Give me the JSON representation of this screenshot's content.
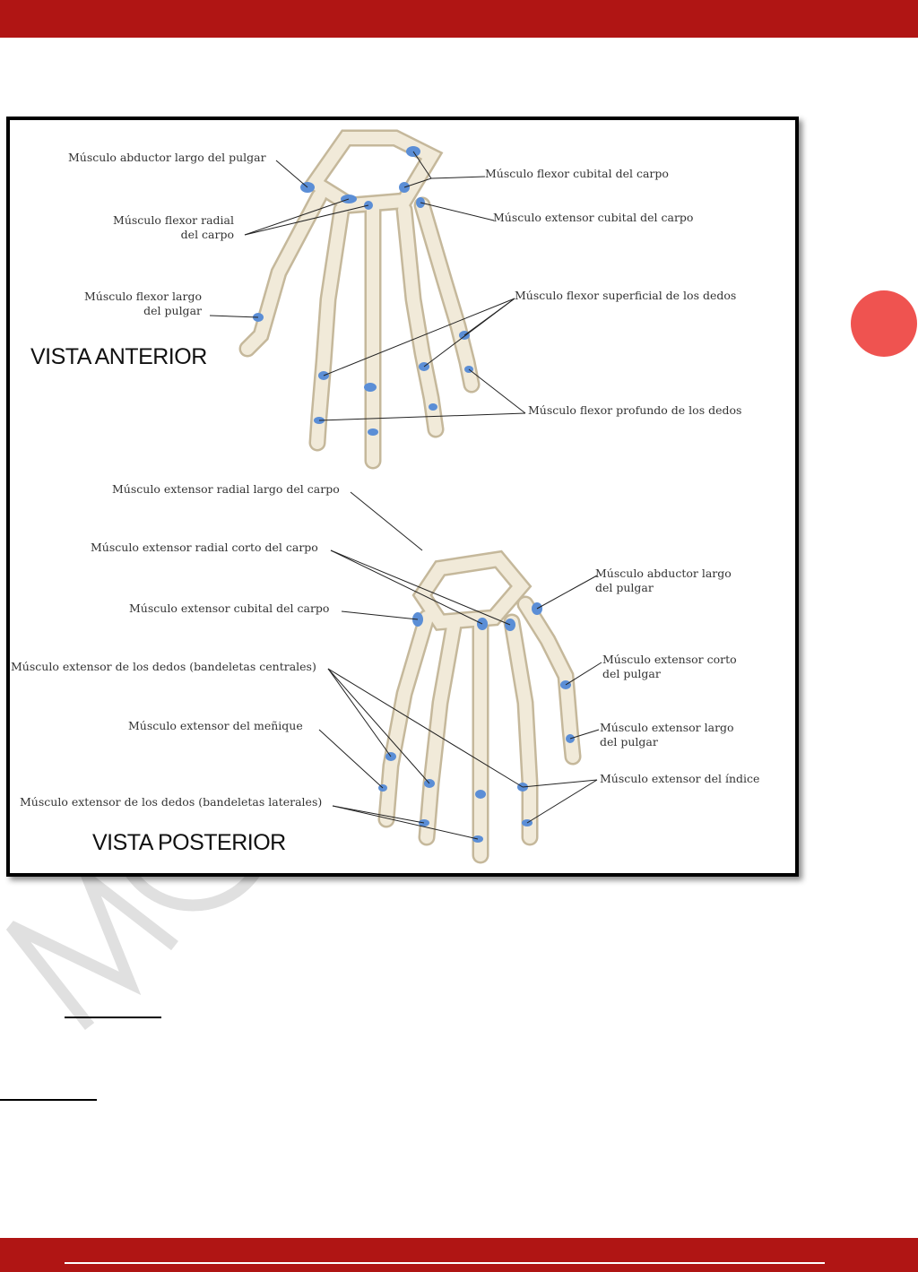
{
  "watermark": "MO",
  "figure": {
    "anterior": {
      "title": "VISTA ANTERIOR",
      "labels": {
        "abductor_largo_pulgar": "Músculo abductor largo del pulgar",
        "flexor_radial_1": "Músculo flexor radial",
        "flexor_radial_2": "del carpo",
        "flexor_largo_1": "Músculo flexor largo",
        "flexor_largo_2": "del pulgar",
        "flexor_cubital": "Músculo flexor cubital del carpo",
        "extensor_cubital": "Músculo extensor cubital del carpo",
        "flexor_superficial": "Músculo flexor superficial de los dedos",
        "flexor_profundo": "Músculo flexor profundo de los dedos"
      }
    },
    "posterior": {
      "title": "VISTA POSTERIOR",
      "labels": {
        "ext_radial_largo": "Músculo extensor radial largo del carpo",
        "ext_radial_corto": "Músculo extensor radial corto del carpo",
        "ext_cubital": "Músculo extensor cubital del carpo",
        "ext_dedos_centrales": "Músculo extensor de los dedos (bandeletas centrales)",
        "ext_menique": "Músculo extensor del meñique",
        "ext_dedos_laterales": "Músculo extensor de los dedos (bandeletas laterales)",
        "abductor_1": "Músculo abductor largo",
        "abductor_2": "del pulgar",
        "ext_corto_1": "Músculo extensor corto",
        "ext_corto_2": "del pulgar",
        "ext_largo_1": "Músculo extensor largo",
        "ext_largo_2": "del pulgar",
        "ext_indice": "Músculo extensor del índice"
      }
    }
  },
  "colors": {
    "brand_red": "#b01514",
    "dot": "#ef5350",
    "muscle": "#5b8ed6",
    "bone": "#f1ead9"
  }
}
